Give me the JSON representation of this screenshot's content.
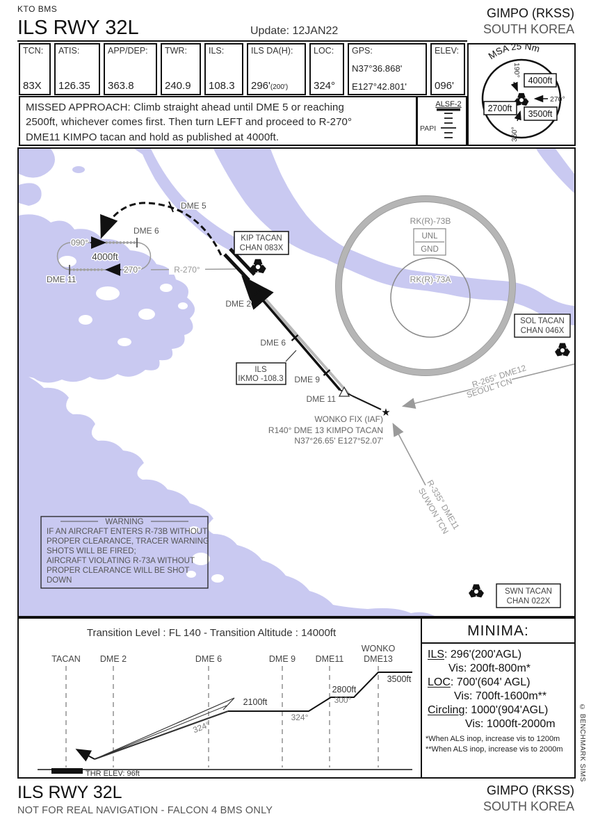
{
  "colors": {
    "water": "#c9c9f1",
    "ring_gray": "#b5b5b5",
    "line_gray": "#9a9a9a"
  },
  "header": {
    "sim": "KTO BMS",
    "title": "ILS RWY 32L",
    "update": "Update: 12JAN22",
    "airport": "GIMPO (RKSS)",
    "country": "SOUTH KOREA"
  },
  "freq": {
    "cells": [
      {
        "label": "TCN:",
        "value": "83X"
      },
      {
        "label": "ATIS:",
        "value": "126.35"
      },
      {
        "label": "APP/DEP:",
        "value": "363.8"
      },
      {
        "label": "TWR:",
        "value": "240.9"
      },
      {
        "label": "ILS:",
        "value": "108.3"
      },
      {
        "label": "ILS DA(H):",
        "value": "296'",
        "note": "(200')"
      },
      {
        "label": "LOC:",
        "value": "324°"
      },
      {
        "label": "GPS:",
        "value": "N37°36.868'",
        "value2": "E127°42.801'"
      },
      {
        "label": "ELEV:",
        "value": "096'"
      }
    ]
  },
  "missed_approach": {
    "lines": [
      "MISSED APPROACH: Climb straight ahead until DME 5 or reaching",
      "2500ft, whichever comes first. Then turn LEFT and proceed to R-270°",
      "DME11 KIMPO tacan and hold as published at 4000ft."
    ]
  },
  "lighting": {
    "als": "ALSF-2",
    "papi": "PAPI"
  },
  "msa": {
    "title": "MSA 25 Nm",
    "radial_n": "190°",
    "radial_e": "270°",
    "radial_s": "360°",
    "alt_ne": "4000ft",
    "alt_w": "2700ft",
    "alt_se": "3500ft"
  },
  "map": {
    "dme5": "DME 5",
    "dme6_hold": "DME 6",
    "dme11_hold": "DME 11",
    "hold_inbound": "090°",
    "hold_outbound": "270°",
    "hold_alt": "4000ft",
    "radial_270": "R-270°",
    "kip_tacan": [
      "KIP TACAN",
      "CHAN 083X"
    ],
    "dme2": "DME 2",
    "dme6": "DME 6",
    "dme9": "DME 9",
    "dme11": "DME 11",
    "ils_box": [
      "ILS",
      "IKMO -108.3"
    ],
    "wonko": [
      "WONKO FIX (IAF)",
      "R140° DME 13 KIMPO TACAN",
      "N37°26.65' E127°52.07'"
    ],
    "seoul": [
      "R-265° DME12",
      "SEOUL TCN"
    ],
    "suwon": [
      "R-335° DME11",
      "SUWON TCN"
    ],
    "r73b": "RK(R)-73B",
    "r73b_limits": [
      "UNL",
      "GND"
    ],
    "r73a": "RK(R)-73A",
    "sol_tacan": [
      "SOL TACAN",
      "CHAN 046X"
    ],
    "swn_tacan": [
      "SWN TACAN",
      "CHAN 022X"
    ],
    "warning_title": "WARNING",
    "warning_lines": [
      "IF AN AIRCRAFT ENTERS R-73B WITHOUT",
      "PROPER CLEARANCE, TRACER WARNING",
      "SHOTS WILL BE FIRED;",
      "AIRCRAFT VIOLATING R-73A WITHOUT",
      "PROPER CLEARANCE WILL BE SHOT",
      "DOWN"
    ],
    "star": "★"
  },
  "profile": {
    "title": "Transition Level : FL 140  -  Transition Altitude : 14000ft",
    "fix_tacan": "TACAN",
    "fix_dme2": "DME 2",
    "fix_dme6": "DME 6",
    "fix_dme9": "DME 9",
    "fix_dme11": "DME11",
    "fix_wonko": "WONKO",
    "fix_dme13": "DME13",
    "alt_3500": "3500ft",
    "alt_2800": "2800ft",
    "crs_300": "300°",
    "alt_2100": "2100ft",
    "crs_324_level": "324°",
    "crs_324_slope": "324°",
    "thr": "THR ELEV: 96ft"
  },
  "minima": {
    "title": "MINIMA:",
    "rows": [
      {
        "label": "ILS",
        "text": ": 296'(200'AGL)"
      },
      {
        "label": "",
        "text": "Vis: 200ft-800m*"
      },
      {
        "label": "LOC",
        "text": ": 700'(604' AGL)"
      },
      {
        "label": "",
        "text": "Vis: 700ft-1600m**"
      },
      {
        "label": "Circling",
        "text": ": 1000'(904'AGL)"
      },
      {
        "label": "",
        "text": "Vis: 1000ft-2000m"
      }
    ],
    "notes": [
      "*When ALS inop, increase vis to 1200m",
      "**When ALS inop, increase vis to 2000m"
    ]
  },
  "footer": {
    "title": "ILS RWY 32L",
    "disclaimer": "NOT FOR REAL NAVIGATION - FALCON 4 BMS ONLY",
    "airport": "GIMPO (RKSS)",
    "country": "SOUTH KOREA"
  },
  "credit": "© BENCHMARK SIMS"
}
